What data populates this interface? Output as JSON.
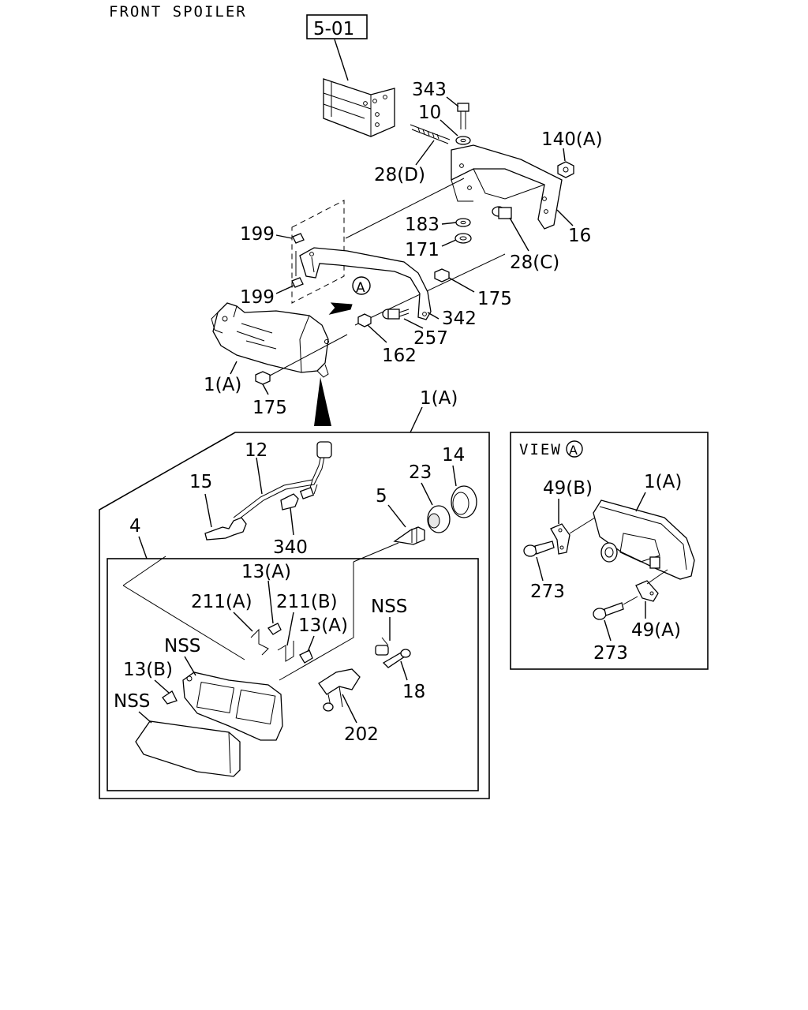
{
  "title": "FRONT SPOILER",
  "ref_box": "5-01",
  "callouts": {
    "c343": "343",
    "c10": "10",
    "c140a": "140(A)",
    "c28d": "28(D)",
    "c16": "16",
    "c183": "183",
    "c171": "171",
    "c28c": "28(C)",
    "c199_top": "199",
    "c199_bot": "199",
    "c175_right": "175",
    "c342": "342",
    "c257": "257",
    "c162": "162",
    "c1a_top": "1(A)",
    "c175_bot": "175",
    "c1a_detail": "1(A)",
    "c12": "12",
    "c15": "15",
    "c340": "340",
    "c4": "4",
    "c5": "5",
    "c23": "23",
    "c14": "14",
    "c13a_1": "13(A)",
    "c211a": "211(A)",
    "c211b": "211(B)",
    "c13a_2": "13(A)",
    "c_nss_1": "NSS",
    "c_nss_2": "NSS",
    "c_nss_3": "NSS",
    "c13b": "13(B)",
    "c18": "18",
    "c202": "202",
    "view_label": "VIEW",
    "view_marker": "A",
    "marker_a": "A",
    "c49b": "49(B)",
    "c1a_view": "1(A)",
    "c273_1": "273",
    "c49a": "49(A)",
    "c273_2": "273"
  }
}
